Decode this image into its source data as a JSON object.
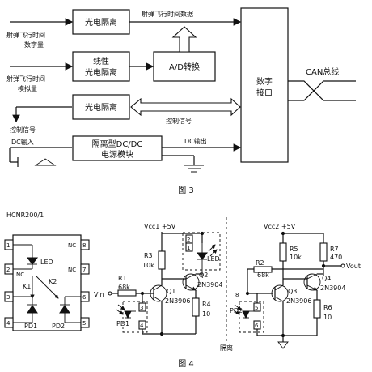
{
  "fig3": {
    "caption": "图 3",
    "boxes": {
      "opto_top": "光电隔离",
      "linear_l1": "线性",
      "linear_l2": "光电隔离",
      "adc": "A/D转换",
      "opto_bottom": "光电隔离",
      "iface_l1": "数字",
      "iface_l2": "接口",
      "dcdc_l1": "隔离型DC/DC",
      "dcdc_l2": "电源模块"
    },
    "labels": {
      "digital_l1": "射弹飞行时间",
      "digital_l2": "数字量",
      "analog_l1": "射弹飞行时间",
      "analog_l2": "模拟量",
      "ctrl_left": "控制信号",
      "ctrl_right": "控制信号",
      "flight_data": "射弹飞行时间数据",
      "can_bus": "CAN总线",
      "dc_in": "DC输入",
      "dc_out": "DC输出"
    }
  },
  "fig4": {
    "caption": "图 4",
    "ic_name": "HCNR200/1",
    "ic_pins": {
      "p1": "1",
      "p2": "2",
      "p3": "3",
      "p4": "4",
      "p5": "5",
      "p6": "6",
      "p7": "7",
      "p8": "8",
      "nc1": "NC",
      "nc2": "NC",
      "nc3": "NC"
    },
    "ic_labels": {
      "led": "LED",
      "k1": "K1",
      "k2": "K2",
      "pd1": "PD1",
      "pd2": "PD2"
    },
    "left_circuit": {
      "vcc": "Vcc1 +5V",
      "r1": "R1",
      "r1_val": "68k",
      "vin": "Vin",
      "r3": "R3",
      "r3_val": "10k",
      "q1": "Q1",
      "q1_part": "2N3906",
      "q2": "Q2",
      "q2_part": "2N3904",
      "r4": "R4",
      "r4_val": "10",
      "pd1": "PD1",
      "led": "LED",
      "pin1": "1",
      "pin2": "2",
      "pin3": "3",
      "pin4": "4"
    },
    "isolation_label": "隔离",
    "right_circuit": {
      "vcc": "Vcc2 +5V",
      "r5": "R5",
      "r5_val": "10k",
      "r7": "R7",
      "r7_val": "470",
      "r2": "R2",
      "r2_val": "68k",
      "vout": "Vout",
      "q3": "Q3",
      "q3_part": "2N3906",
      "q4": "Q4",
      "q4_part": "2N3904",
      "r6": "R6",
      "r6_val": "10",
      "pd2": "PD2",
      "pin5": "5",
      "pin6": "6",
      "pin8": "8"
    }
  }
}
